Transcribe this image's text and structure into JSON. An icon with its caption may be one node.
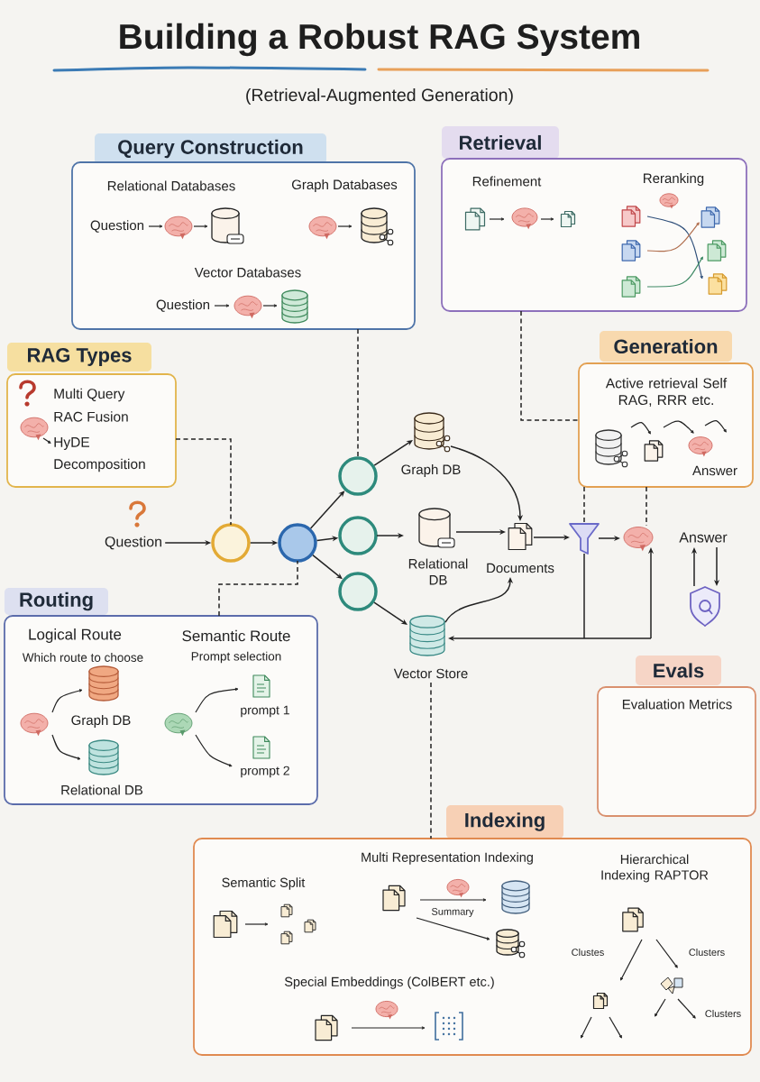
{
  "diagram": {
    "title": "Building a Robust RAG System",
    "nodes": [
      {
        "text": [
          "Query Construction",
          "Relational Databases",
          "Graph Databases",
          "Question",
          "Vector Databases",
          "Question"
        ]
      },
      {
        "text": [
          "Retrieval",
          "Refinement",
          "Reranking"
        ]
      },
      {
        "text": [
          "RAG Types",
          "Multi Query",
          "RAC Fusion",
          "HyDE",
          "Decomposition"
        ]
      },
      {
        "text": [
          "Generation",
          "Active retrieval Self RAG, RRR etc.",
          "Answer"
        ]
      },
      {
        "text": [
          "Question"
        ]
      },
      {
        "text": [],
        "shape": "circle"
      },
      {
        "text": [],
        "shape": "circle"
      },
      {
        "text": [],
        "shape": "circle"
      },
      {
        "text": [],
        "shape": "circle"
      },
      {
        "text": [],
        "shape": "circle"
      },
      {
        "text": [
          "Graph DB"
        ]
      },
      {
        "text": [
          "Relational DB"
        ]
      },
      {
        "text": [
          "Documents"
        ]
      },
      {
        "text": [],
        "shape": "funnel"
      },
      {
        "text": [
          "Answer"
        ]
      },
      {
        "text": [],
        "shape": "shield"
      },
      {
        "text": [
          "Vector Store"
        ]
      },
      {
        "text": [
          "Routing",
          "Logical Route",
          "Which route to choose",
          "Semantic Route",
          "Prompt selection",
          "prompt 1",
          "Graph DB",
          "prompt 2",
          "Relational DB"
        ]
      },
      {
        "text": [
          "Evals",
          "Evaluation Metrics"
        ]
      },
      {
        "text": [
          "Indexing",
          "Semantic Split",
          "Multi Representation Indexing",
          "Hierarchical Indexing RAPTOR",
          "Summary",
          "Clustes",
          "Clusters",
          "Special Embeddings (ColBERT etc.)",
          "Clusters"
        ]
      }
    ],
    "edges": [
      {
        "from": 4,
        "to": 5,
        "arrow": "to"
      },
      {
        "from": 5,
        "to": 6,
        "arrow": "to"
      },
      {
        "from": 6,
        "to": 7,
        "arrow": "to"
      },
      {
        "from": 6,
        "to": 8,
        "arrow": "to"
      },
      {
        "from": 6,
        "to": 9,
        "arrow": "to"
      },
      {
        "from": 7,
        "to": 10,
        "arrow": "to"
      },
      {
        "from": 8,
        "to": 11,
        "arrow": "to"
      },
      {
        "from": 9,
        "to": 16,
        "arrow": "to"
      },
      {
        "from": 10,
        "to": 12,
        "arrow": "to"
      },
      {
        "from": 11,
        "to": 12,
        "arrow": "to"
      },
      {
        "from": 16,
        "to": 12,
        "arrow": "to"
      },
      {
        "from": 12,
        "to": 13,
        "arrow": "to"
      },
      {
        "from": 13,
        "to": 14,
        "arrow": "to"
      },
      {
        "from": 13,
        "to": 16,
        "arrow": "to"
      },
      {
        "from": 14,
        "to": 16,
        "arrow": "both"
      },
      {
        "from": 14,
        "to": 15,
        "arrow": "to"
      },
      {
        "from": 15,
        "to": 14,
        "arrow": "to"
      },
      {
        "from": 0,
        "to": 7,
        "arrow": "none",
        "style": "dashed"
      },
      {
        "from": 2,
        "to": 5,
        "arrow": "none",
        "style": "dashed"
      },
      {
        "from": 17,
        "to": 6,
        "arrow": "none",
        "style": "dashed"
      },
      {
        "from": 1,
        "to": 3,
        "arrow": "none",
        "style": "dashed"
      },
      {
        "from": 3,
        "to": 13,
        "arrow": "none",
        "style": "dashed"
      },
      {
        "from": 3,
        "to": 14,
        "arrow": "none",
        "style": "dashed"
      },
      {
        "from": 16,
        "to": 19,
        "arrow": "none",
        "style": "dashed"
      }
    ],
    "labels": [
      "(Retrieval-Augmented Generation)"
    ]
  }
}
